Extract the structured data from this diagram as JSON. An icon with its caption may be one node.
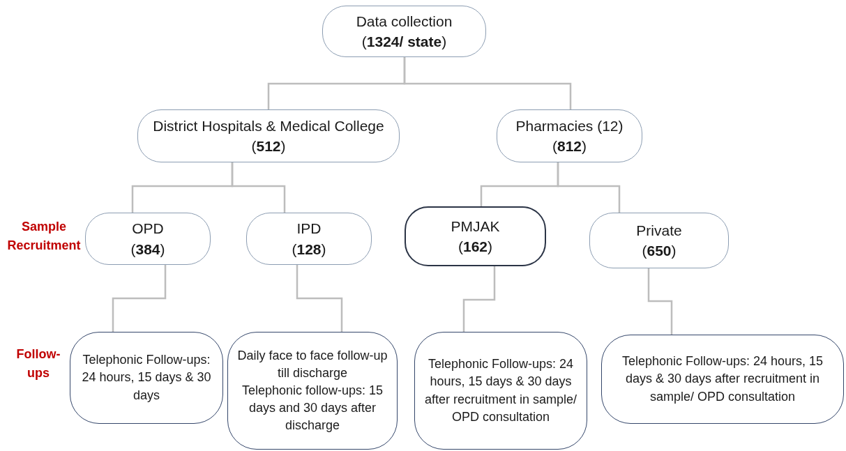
{
  "diagram": {
    "nodes": [
      {
        "text": [
          "Data collection",
          "(**1324/ state**)"
        ]
      },
      {
        "text": [
          "District Hospitals & Medical College",
          "(**512**)"
        ]
      },
      {
        "text": [
          "Pharmacies (12)",
          "(**812**)"
        ]
      },
      {
        "text": [
          "OPD",
          "(**384**)"
        ]
      },
      {
        "text": [
          "IPD",
          "(**128**)"
        ]
      },
      {
        "text": [
          "PMJAK",
          "(**162**)"
        ]
      },
      {
        "text": [
          "Private",
          "(**650**)"
        ]
      },
      {
        "text": [
          "Telephonic Follow-ups: 24 hours, 15 days & 30 days"
        ]
      },
      {
        "text": [
          "Daily face to face follow-up till discharge",
          "Telephonic follow-ups: 15 days and 30 days after discharge"
        ]
      },
      {
        "text": [
          "Telephonic Follow-ups: 24 hours, 15 days & 30 days after recruitment in sample/ OPD consultation"
        ]
      },
      {
        "text": [
          "Telephonic Follow-ups: 24 hours, 15 days & 30 days after recruitment in sample/ OPD consultation"
        ]
      }
    ],
    "edges": [
      {
        "from": 0,
        "to": 1,
        "arrow": "none"
      },
      {
        "from": 0,
        "to": 2,
        "arrow": "none"
      },
      {
        "from": 1,
        "to": 3,
        "arrow": "none"
      },
      {
        "from": 1,
        "to": 4,
        "arrow": "none"
      },
      {
        "from": 2,
        "to": 5,
        "arrow": "none"
      },
      {
        "from": 2,
        "to": 6,
        "arrow": "none"
      },
      {
        "from": 3,
        "to": 7,
        "arrow": "none"
      },
      {
        "from": 4,
        "to": 8,
        "arrow": "none"
      },
      {
        "from": 5,
        "to": 9,
        "arrow": "none"
      },
      {
        "from": 6,
        "to": 10,
        "arrow": "none"
      }
    ],
    "labels": [
      "Sample Recruitment",
      "Follow-ups"
    ]
  }
}
